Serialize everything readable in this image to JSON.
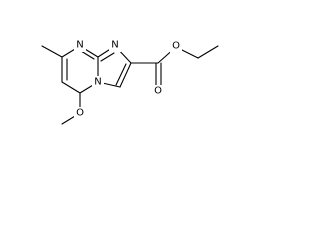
{
  "molecule": {
    "atoms": {
      "n_pyrimidine": "N",
      "n_imidazole": "N",
      "n_bridgehead": "N",
      "o_methoxy": "O",
      "o_carbonyl": "O",
      "o_ester": "O"
    }
  }
}
